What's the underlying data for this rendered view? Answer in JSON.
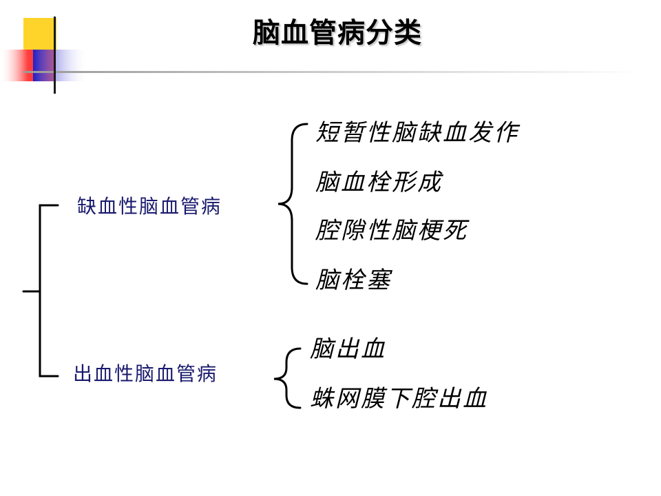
{
  "slide": {
    "title": "脑血管病分类"
  },
  "categories": [
    {
      "label": "缺血性脑血管病",
      "items": [
        "短暂性脑缺血发作",
        "脑血栓形成",
        "腔隙性脑梗死",
        "脑栓塞"
      ]
    },
    {
      "label": "出血性脑血管病",
      "items": [
        "脑出血",
        "蛛网膜下腔出血"
      ]
    }
  ],
  "colors": {
    "category_text": "#1a1a6e",
    "item_text": "#000000",
    "deco_yellow": "#ffd42a",
    "deco_red": "#ff3b3b",
    "deco_blue": "#2a2acc"
  }
}
